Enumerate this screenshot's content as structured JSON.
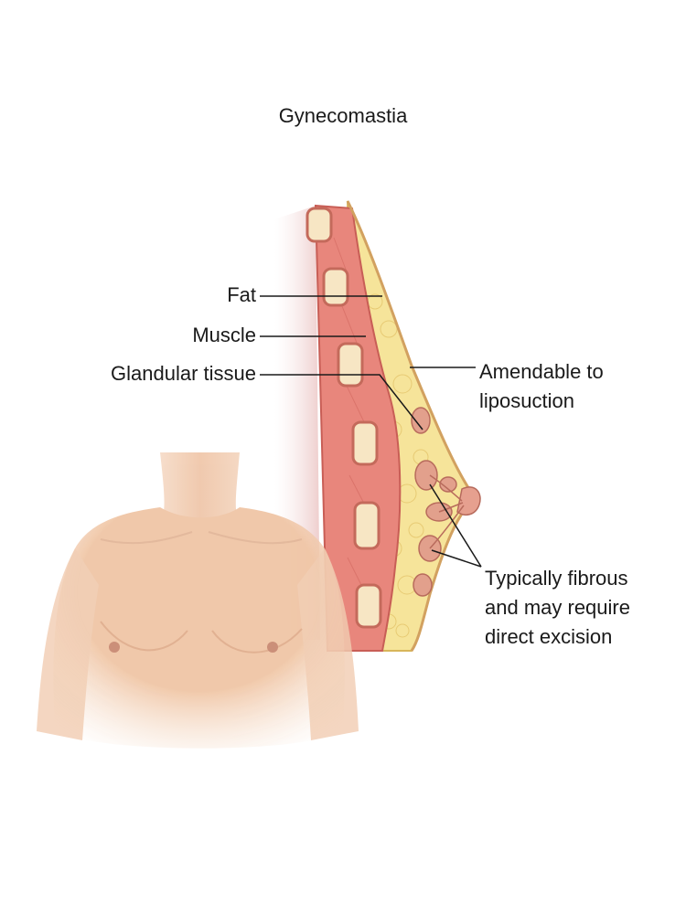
{
  "title": "Gynecomastia",
  "labels": {
    "fat": "Fat",
    "muscle": "Muscle",
    "glandular": "Glandular tissue",
    "amendable_line1": "Amendable to",
    "amendable_line2": "liposuction",
    "fibrous_line1": "Typically fibrous",
    "fibrous_line2": "and may require",
    "fibrous_line3": "direct excision"
  },
  "colors": {
    "skin": "#f2c9a8",
    "fat": "#f6e49a",
    "muscle": "#e8867c",
    "rib": "#f7e6c4",
    "gland": "#e0a08a"
  }
}
